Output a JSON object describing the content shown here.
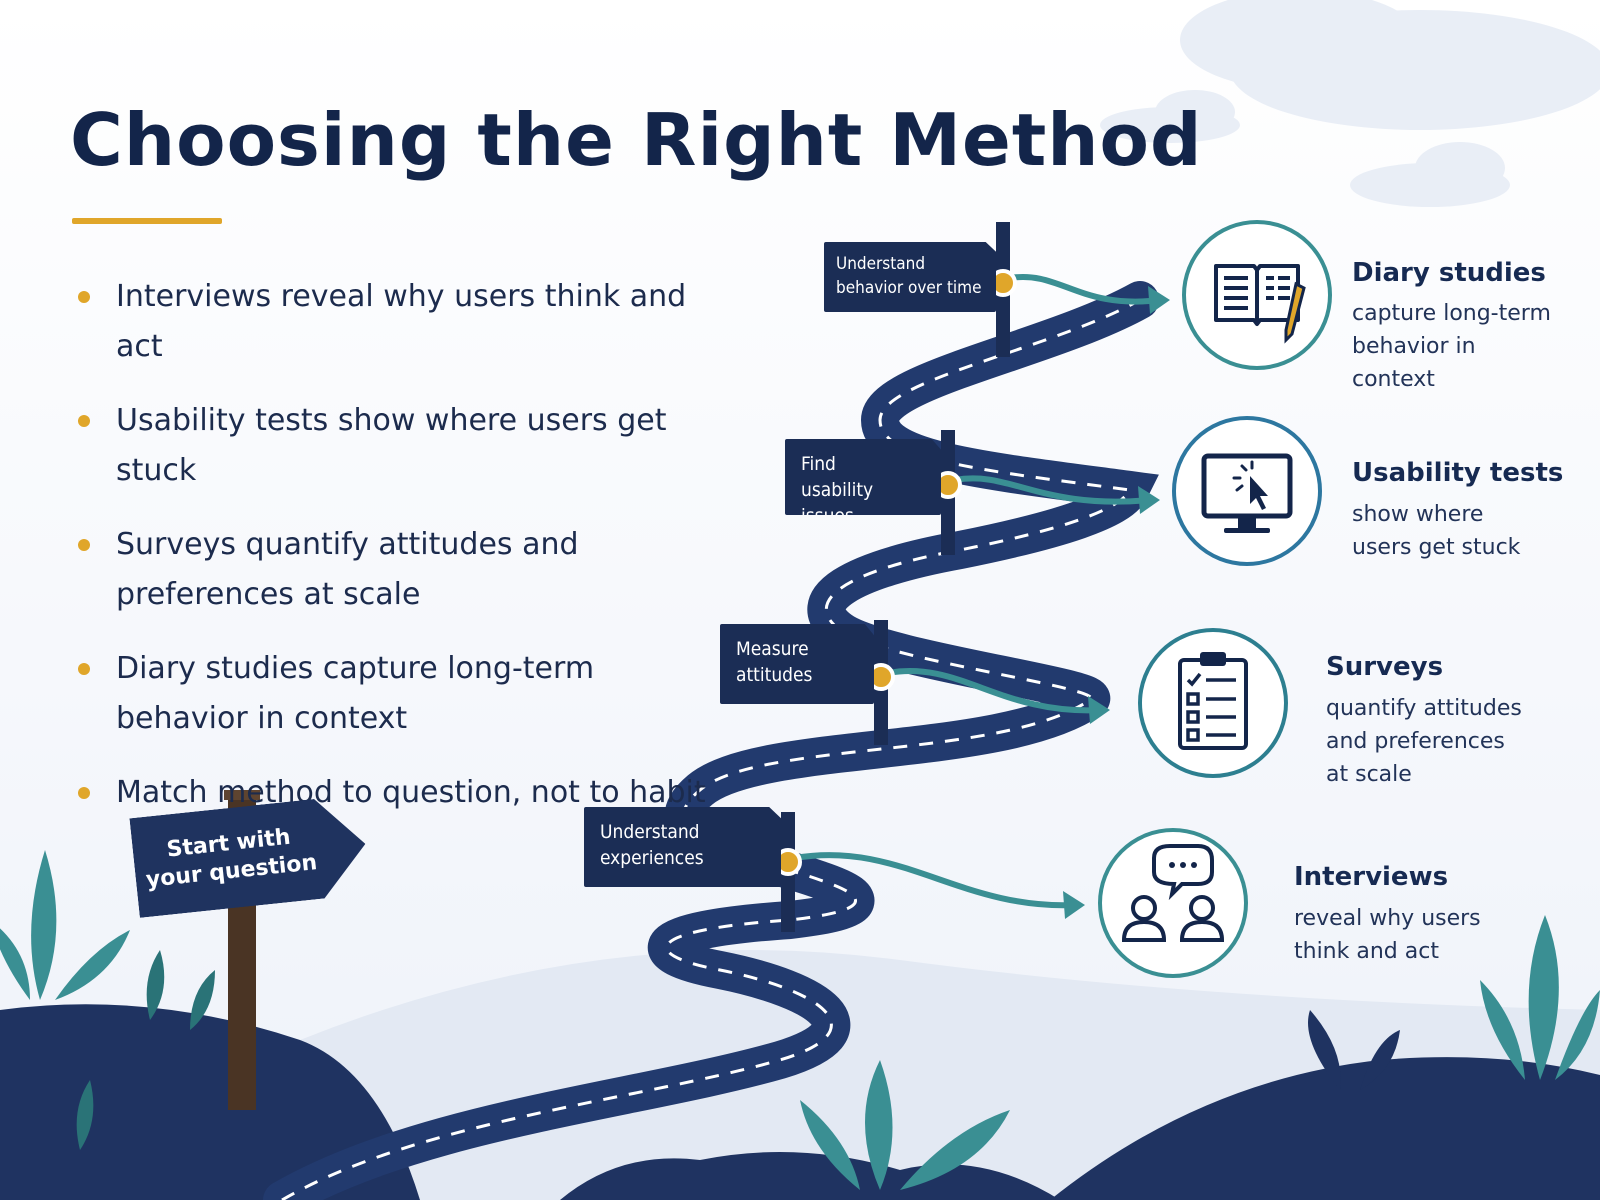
{
  "title": "Choosing the Right Method",
  "bullets": [
    "Interviews reveal why users think and act",
    "Usability tests show where users get stuck",
    "Surveys quantify attitudes and preferences at scale",
    "Diary studies capture long-term behavior in context",
    "Match method to question, not to habit"
  ],
  "start_sign": "Start with\nyour question",
  "signposts": [
    "Understand\nbehavior over time",
    "Find\nusability issues",
    "Measure\nattitudes",
    "Understand\nexperiences"
  ],
  "methods": [
    {
      "title": "Diary studies",
      "description": "capture long-term behavior in context",
      "icon": "book-pencil-icon"
    },
    {
      "title": "Usability tests",
      "description": "show where users get stuck",
      "icon": "monitor-cursor-icon"
    },
    {
      "title": "Surveys",
      "description": "quantify attitudes and preferences at scale",
      "icon": "clipboard-checklist-icon"
    },
    {
      "title": "Interviews",
      "description": "reveal why users think and act",
      "icon": "people-chat-icon"
    }
  ],
  "colors": {
    "navy": "#1b2d55",
    "accent_gold": "#e0a62a",
    "teal": "#3a8f93"
  }
}
